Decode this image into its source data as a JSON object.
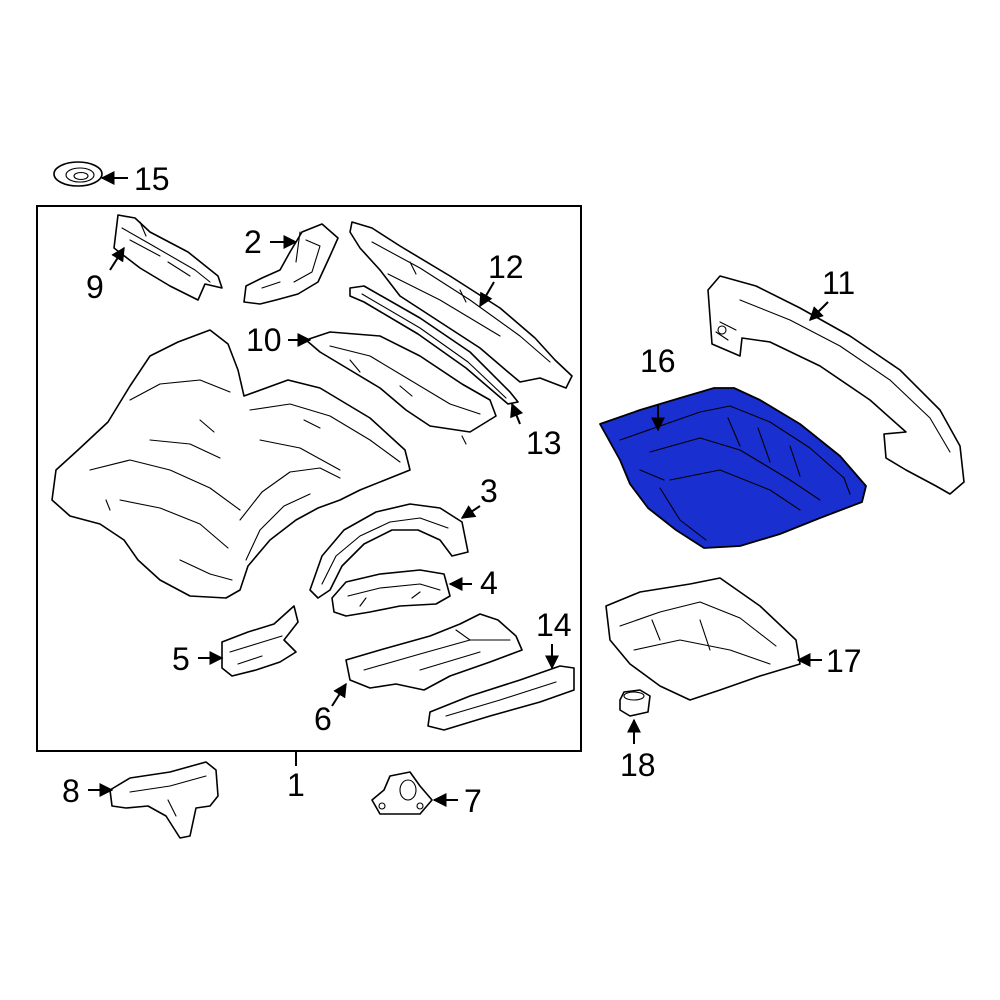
{
  "diagram": {
    "highlight_color": "#1a2fd0",
    "highlighted_part": "16",
    "labels": {
      "l1": "1",
      "l2": "2",
      "l3": "3",
      "l4": "4",
      "l5": "5",
      "l6": "6",
      "l7": "7",
      "l8": "8",
      "l9": "9",
      "l10": "10",
      "l11": "11",
      "l12": "12",
      "l13": "13",
      "l14": "14",
      "l15": "15",
      "l16": "16",
      "l17": "17",
      "l18": "18"
    }
  }
}
